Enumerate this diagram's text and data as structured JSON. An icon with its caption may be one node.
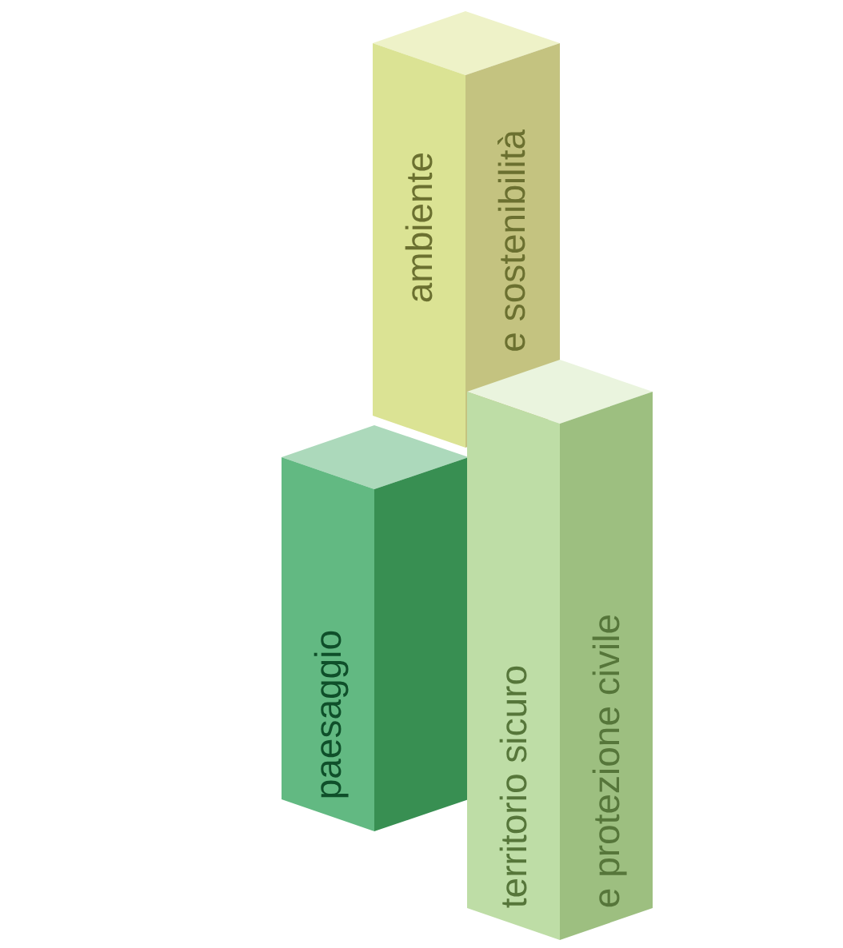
{
  "diagram": {
    "nodes": [
      {
        "text": [
          "ambiente",
          "e sostenibilità"
        ]
      },
      {
        "text": [
          "paesaggio"
        ]
      },
      {
        "text": [
          "territorio sicuro",
          "e protezione civile"
        ]
      }
    ]
  }
}
